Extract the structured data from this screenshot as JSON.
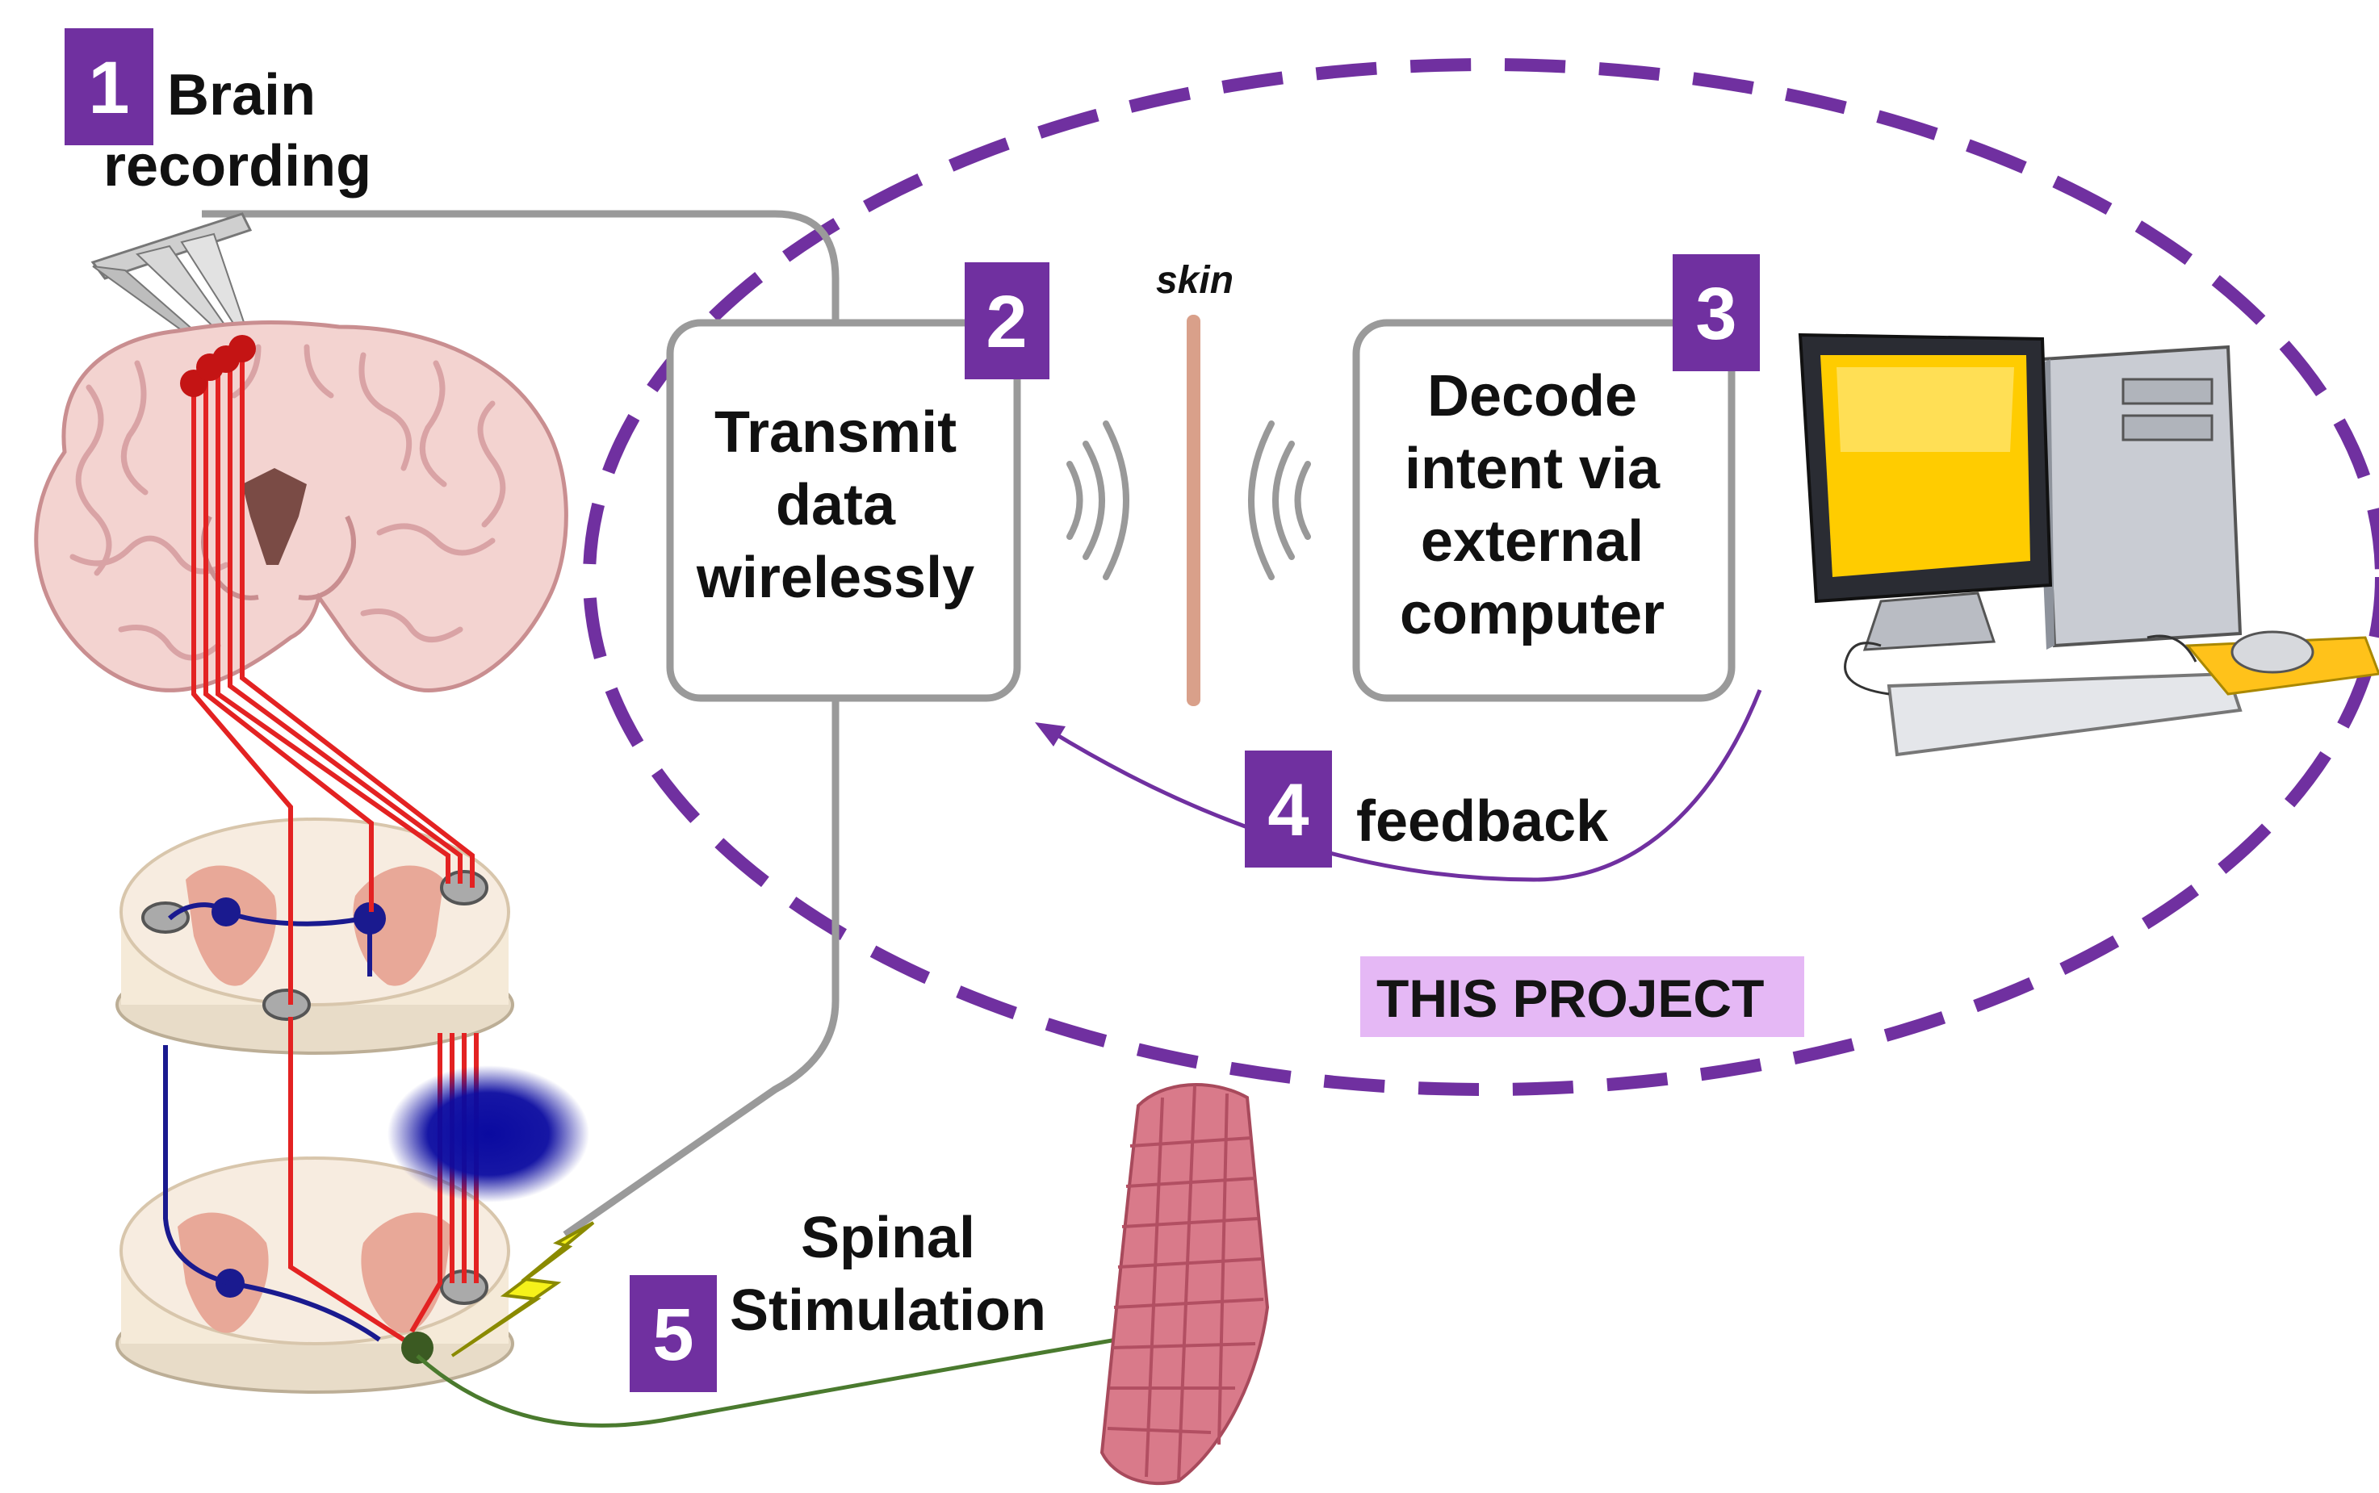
{
  "steps": [
    {
      "number": "1",
      "lines": [
        "Brain",
        "recording"
      ]
    },
    {
      "number": "2",
      "lines": [
        "Transmit",
        "data",
        "wirelessly"
      ]
    },
    {
      "number": "3",
      "lines": [
        "Decode",
        "intent via",
        "external",
        "computer"
      ]
    },
    {
      "number": "4",
      "lines": [
        "feedback"
      ]
    },
    {
      "number": "5",
      "lines": [
        "Spinal",
        "Stimulation"
      ]
    }
  ],
  "skin_label": "skin",
  "project_label": "THIS PROJECT",
  "colors": {
    "purple": "#7030a0",
    "project_bg": "#e5b8f5",
    "gray_line": "#9a9a9a",
    "neuron_red": "#e32222",
    "neuron_blue": "#1a1a8f",
    "nerve_green": "#4a7a2e",
    "skin": "#d9a08a",
    "brain": "#f3d3d0",
    "brain_fold": "#d9a3a5",
    "muscle": "#d97a8a",
    "screen_yellow": "#ffcc00",
    "lightning": "#f6f21a"
  },
  "icons": [
    "electrode-array-icon",
    "brain-section-icon",
    "spinal-cord-section-icon",
    "lesion-blob-icon",
    "lightning-icon",
    "muscle-fiber-icon",
    "desktop-computer-icon",
    "wireless-wave-icon"
  ]
}
